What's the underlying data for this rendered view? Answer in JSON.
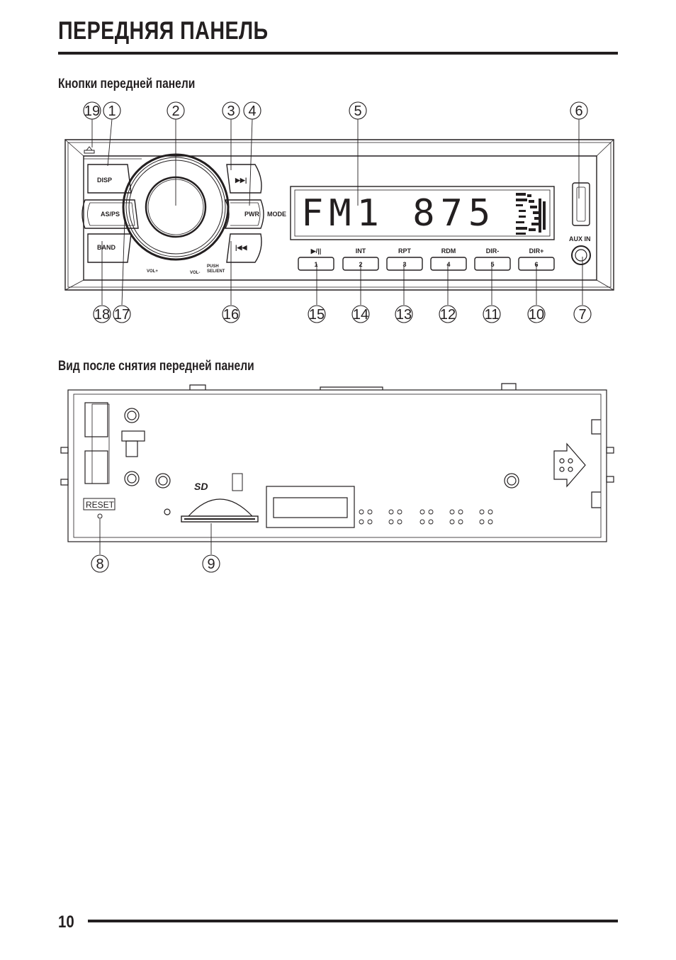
{
  "page": {
    "title": "ПЕРЕДНЯЯ ПАНЕЛЬ",
    "section_front_buttons": "Кнопки передней панели",
    "section_removed_panel": "Вид после снятия передней панели",
    "page_number": "10"
  },
  "front_panel": {
    "labels": {
      "disp": "DISP",
      "asps": "AS/PS",
      "band": "BAND",
      "pwr": "PWR",
      "mode": "MODE",
      "next": "▶▶|",
      "prev": "|◀◀",
      "vol_plus": "VOL+",
      "vol_minus": "VOL-",
      "push": "PUSH",
      "sel_ent": "SEL/ENT",
      "aux_in": "AUX IN"
    },
    "display_text": "FM1 875",
    "presets": [
      {
        "top": "▶/||",
        "num": "1"
      },
      {
        "top": "INT",
        "num": "2"
      },
      {
        "top": "RPT",
        "num": "3"
      },
      {
        "top": "RDM",
        "num": "4"
      },
      {
        "top": "DIR-",
        "num": "5"
      },
      {
        "top": "DIR+",
        "num": "6"
      }
    ],
    "callouts_top": [
      "19",
      "1",
      "2",
      "3",
      "4",
      "5",
      "6"
    ],
    "callouts_bottom": [
      "18",
      "17",
      "16",
      "15",
      "14",
      "13",
      "12",
      "11",
      "10",
      "7"
    ]
  },
  "rear_panel": {
    "reset_label": "RESET",
    "callouts": [
      "8",
      "9"
    ]
  }
}
